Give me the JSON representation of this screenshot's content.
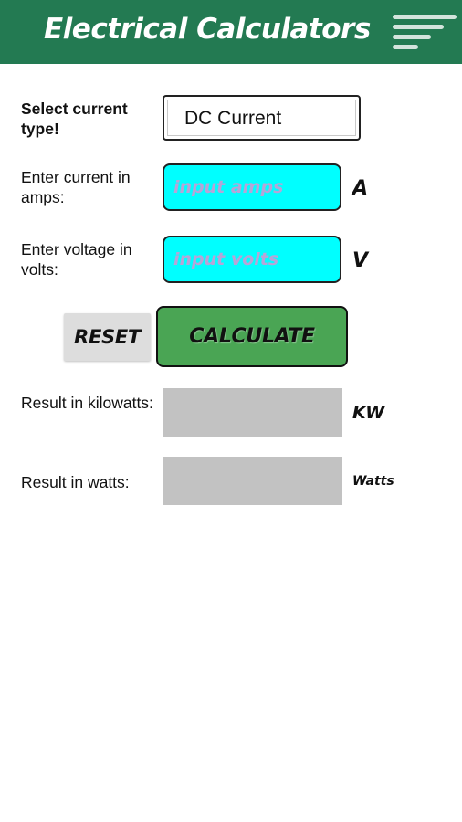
{
  "app": {
    "title": "Electrical Calculators",
    "bar_color": "#237a52"
  },
  "form": {
    "current_type": {
      "label": "Select current type!",
      "selected": "DC Current"
    },
    "amps": {
      "label": "Enter current in amps:",
      "placeholder": "input amps",
      "unit": "A",
      "value": ""
    },
    "volts": {
      "label": "Enter voltage in volts:",
      "placeholder": "input volts",
      "unit": "V",
      "value": ""
    }
  },
  "buttons": {
    "reset_label": "RESET",
    "calculate_label": "CALCULATE"
  },
  "results": {
    "kilowatts": {
      "label": "Result in kilowatts:",
      "unit": "KW",
      "value": ""
    },
    "watts": {
      "label": "Result in watts:",
      "unit": "Watts",
      "value": ""
    }
  },
  "icons": {
    "menu": "menu-icon"
  },
  "colors": {
    "input_bg": "#00ffff",
    "calculate_bg": "#4aa554",
    "result_bg": "#c2c2c2"
  }
}
